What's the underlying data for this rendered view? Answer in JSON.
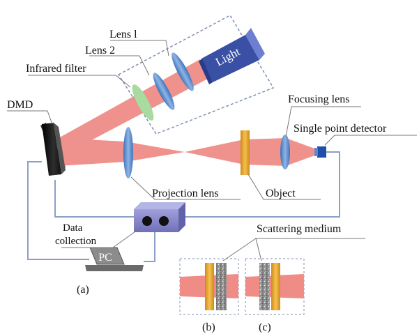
{
  "labels": {
    "lens1": "Lens l",
    "lens2": "Lens 2",
    "infrared_filter": "Infrared filter",
    "dmd": "DMD",
    "light": "Light",
    "focusing_lens": "Focusing lens",
    "single_point_detector": "Single point detector",
    "projection_lens": "Projection lens",
    "object": "Object",
    "data_collection_line1": "Data",
    "data_collection_line2": "collection",
    "pc": "PC",
    "scattering_medium": "Scattering medium",
    "panel_a": "(a)",
    "panel_b": "(b)",
    "panel_c": "(c)"
  },
  "colors": {
    "beam": "#ef8c86",
    "lens": "#5b8fd0",
    "filter": "#a8dba0",
    "object": "#e8a935",
    "dmd": "#1c1c1c",
    "light_source": "#3a50a5",
    "daq_box": "#8585c8",
    "wire": "#8aa0c8",
    "dashed_box": "#7d8fb0"
  }
}
